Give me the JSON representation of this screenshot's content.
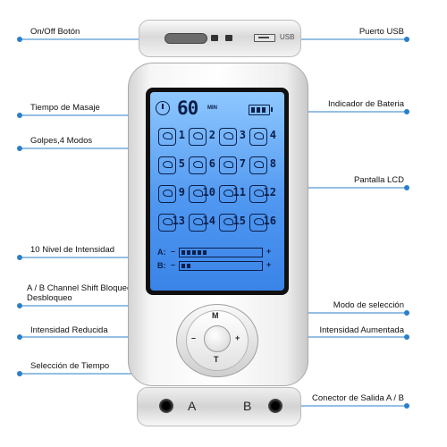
{
  "callouts": {
    "power_button": "On/Off Botón",
    "usb_port": "Puerto USB",
    "massage_time": "Tiempo de Masaje",
    "battery_indicator": "Indicador de Bateria",
    "strokes_modes": "Golpes,4 Modos",
    "lcd_screen": "Pantalla LCD",
    "intensity_levels": "10 Nivel de Intensidad",
    "channel_shift": "A / B Channel Shift Bloqueo y Desbloqueo",
    "mode_selection": "Modo de selección",
    "intensity_down": "Intensidad Reducida",
    "intensity_up": "Intensidad Aumentada",
    "time_selection": "Selección de Tiempo",
    "output_connector": "Conector de Salida A / B"
  },
  "top_module": {
    "usb_text": "USB"
  },
  "screen": {
    "time_value": "60",
    "time_unit": "MIN",
    "modes": [
      "1",
      "2",
      "3",
      "4",
      "5",
      "6",
      "7",
      "8",
      "9",
      "10",
      "11",
      "12",
      "13",
      "14",
      "15",
      "16"
    ],
    "channel_a": {
      "label": "A:",
      "minus": "–",
      "plus": "+",
      "level": 0.3
    },
    "channel_b": {
      "label": "B:",
      "minus": "–",
      "plus": "+",
      "level": 0.1
    }
  },
  "pad": {
    "top": "M",
    "left": "–",
    "right": "+",
    "bottom": "T"
  },
  "bottom_module": {
    "jack_a": "A",
    "jack_b": "B"
  },
  "colors": {
    "pointer": "#2b7fc8",
    "lcd": "#4f97f0",
    "lcd_ink": "#0b1f4a"
  }
}
